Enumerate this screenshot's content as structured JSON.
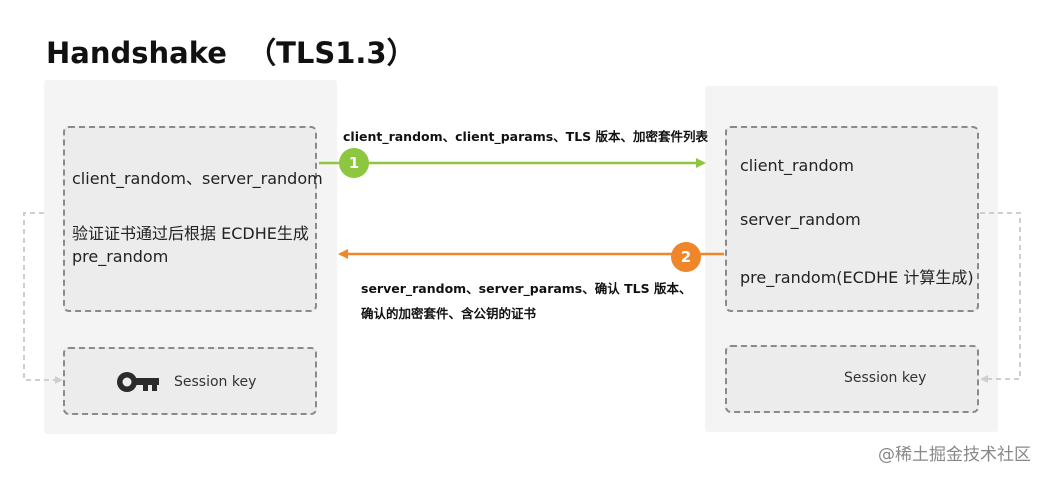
{
  "title": "Handshake  （TLS1.3）",
  "client": {
    "line1": "client_random、server_random",
    "line2": "验证证书通过后根据 ECDHE生成",
    "line3": "pre_random",
    "session_key": "Session key"
  },
  "server": {
    "line1": "client_random",
    "line2": "server_random",
    "line3": "pre_random(ECDHE 计算生成)",
    "session_key": "Session key"
  },
  "messages": {
    "step1_number": "1",
    "step1_text": "client_random、client_params、TLS 版本、加密套件列表",
    "step2_number": "2",
    "step2_line1": "server_random、server_params、确认 TLS 版本、",
    "step2_line2": "确认的加密套件、含公钥的证书"
  },
  "colors": {
    "step1": "#8dc63f",
    "step2": "#f0862a",
    "dashed_loop": "#cfcfcf"
  },
  "icons": [
    "key-icon"
  ],
  "watermark": "@稀土掘金技术社区"
}
